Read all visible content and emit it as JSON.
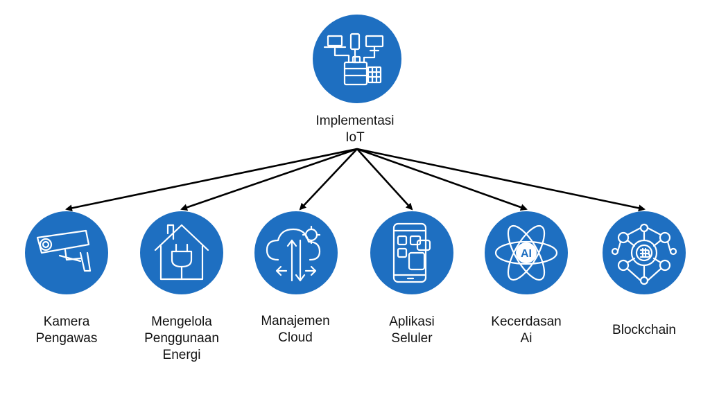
{
  "root": {
    "label": "Implementasi\nIoT",
    "icon": "iot-devices-icon"
  },
  "colors": {
    "node_fill": "#1e6fc1",
    "arrow": "#000000",
    "text": "#111111"
  },
  "children": [
    {
      "label": "Kamera\nPengawas",
      "icon": "cctv-camera-icon"
    },
    {
      "label": "Mengelola\nPenggunaan\nEnergi",
      "icon": "house-plug-icon"
    },
    {
      "label": "Manajemen\nCloud",
      "icon": "cloud-gear-icon"
    },
    {
      "label": "Aplikasi\nSeluler",
      "icon": "mobile-app-icon"
    },
    {
      "label": "Kecerdasan\nAi",
      "icon": "ai-atom-icon"
    },
    {
      "label": "Blockchain",
      "icon": "blockchain-network-icon"
    }
  ]
}
